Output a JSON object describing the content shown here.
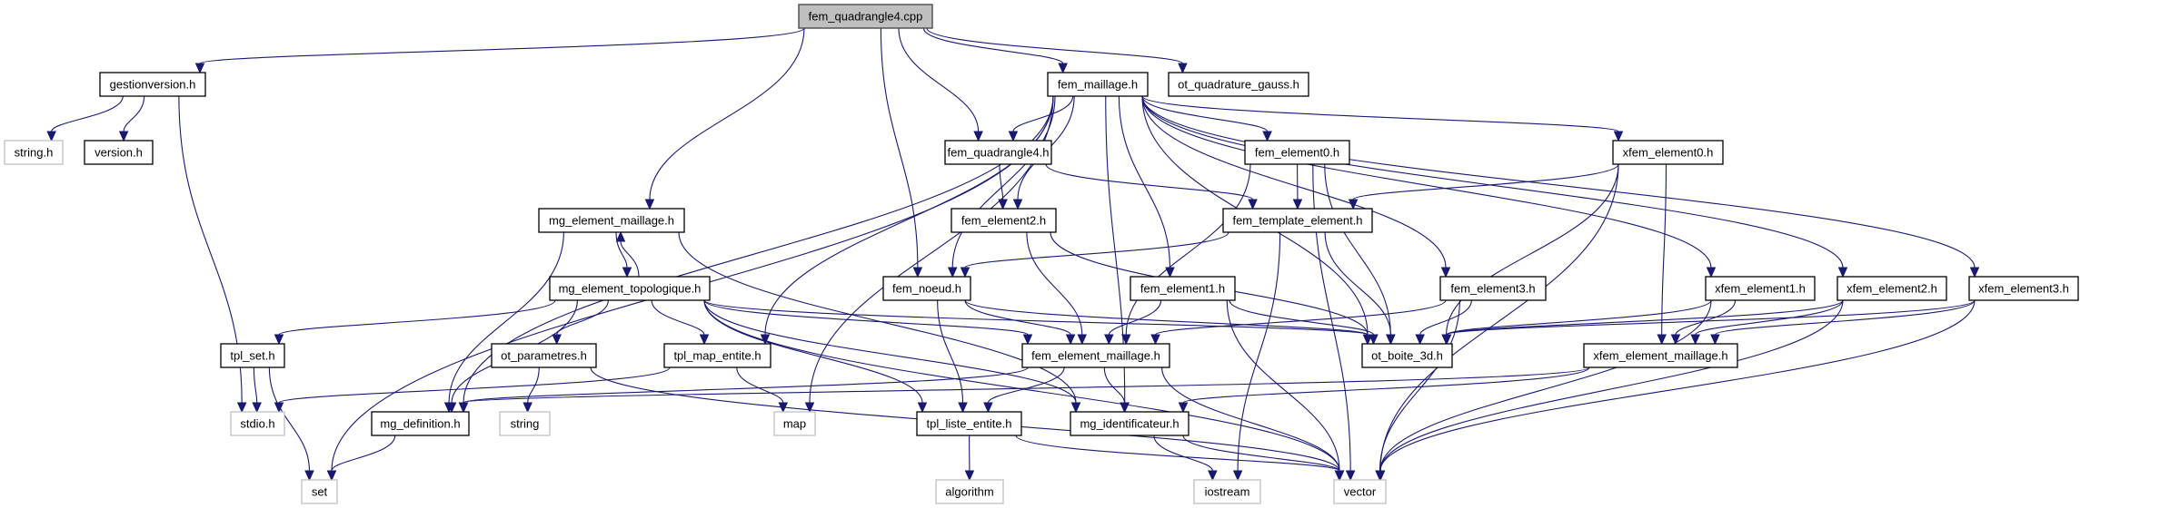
{
  "diagram": {
    "type": "include-dependency-graph",
    "title": "fem_quadrangle4.cpp",
    "colors": {
      "edge": "#191970",
      "root_fill": "#bfbfbf",
      "node_border": "#000000",
      "external_border": "#bfbfbf"
    },
    "nodes": [
      {
        "id": "fem_quadrangle4_cpp",
        "label": "fem_quadrangle4.cpp",
        "kind": "root"
      },
      {
        "id": "gestionversion_h",
        "label": "gestionversion.h",
        "kind": "local"
      },
      {
        "id": "fem_maillage_h",
        "label": "fem_maillage.h",
        "kind": "local"
      },
      {
        "id": "ot_quadrature_gauss_h",
        "label": "ot_quadrature_gauss.h",
        "kind": "local"
      },
      {
        "id": "string_h",
        "label": "string.h",
        "kind": "external"
      },
      {
        "id": "version_h",
        "label": "version.h",
        "kind": "local"
      },
      {
        "id": "fem_quadrangle4_h",
        "label": "fem_quadrangle4.h",
        "kind": "local"
      },
      {
        "id": "fem_element0_h",
        "label": "fem_element0.h",
        "kind": "local"
      },
      {
        "id": "xfem_element0_h",
        "label": "xfem_element0.h",
        "kind": "local"
      },
      {
        "id": "mg_element_maillage_h",
        "label": "mg_element_maillage.h",
        "kind": "local"
      },
      {
        "id": "fem_element2_h",
        "label": "fem_element2.h",
        "kind": "local"
      },
      {
        "id": "fem_template_element_h",
        "label": "fem_template_element.h",
        "kind": "local"
      },
      {
        "id": "mg_element_topologique_h",
        "label": "mg_element_topologique.h",
        "kind": "local"
      },
      {
        "id": "fem_noeud_h",
        "label": "fem_noeud.h",
        "kind": "local"
      },
      {
        "id": "fem_element1_h",
        "label": "fem_element1.h",
        "kind": "local"
      },
      {
        "id": "fem_element3_h",
        "label": "fem_element3.h",
        "kind": "local"
      },
      {
        "id": "xfem_element1_h",
        "label": "xfem_element1.h",
        "kind": "local"
      },
      {
        "id": "xfem_element2_h",
        "label": "xfem_element2.h",
        "kind": "local"
      },
      {
        "id": "xfem_element3_h",
        "label": "xfem_element3.h",
        "kind": "local"
      },
      {
        "id": "tpl_set_h",
        "label": "tpl_set.h",
        "kind": "local"
      },
      {
        "id": "ot_parametres_h",
        "label": "ot_parametres.h",
        "kind": "local"
      },
      {
        "id": "tpl_map_entite_h",
        "label": "tpl_map_entite.h",
        "kind": "local"
      },
      {
        "id": "fem_element_maillage_h",
        "label": "fem_element_maillage.h",
        "kind": "local"
      },
      {
        "id": "ot_boite_3d_h",
        "label": "ot_boite_3d.h",
        "kind": "local"
      },
      {
        "id": "xfem_element_maillage_h",
        "label": "xfem_element_maillage.h",
        "kind": "local"
      },
      {
        "id": "stdio_h",
        "label": "stdio.h",
        "kind": "external"
      },
      {
        "id": "mg_definition_h",
        "label": "mg_definition.h",
        "kind": "local"
      },
      {
        "id": "string",
        "label": "string",
        "kind": "external"
      },
      {
        "id": "map",
        "label": "map",
        "kind": "external"
      },
      {
        "id": "tpl_liste_entite_h",
        "label": "tpl_liste_entite.h",
        "kind": "local"
      },
      {
        "id": "mg_identificateur_h",
        "label": "mg_identificateur.h",
        "kind": "local"
      },
      {
        "id": "set",
        "label": "set",
        "kind": "external"
      },
      {
        "id": "algorithm",
        "label": "algorithm",
        "kind": "external"
      },
      {
        "id": "iostream",
        "label": "iostream",
        "kind": "external"
      },
      {
        "id": "vector",
        "label": "vector",
        "kind": "external"
      }
    ],
    "edges": [
      [
        "fem_quadrangle4_cpp",
        "gestionversion_h"
      ],
      [
        "fem_quadrangle4_cpp",
        "fem_maillage_h"
      ],
      [
        "fem_quadrangle4_cpp",
        "ot_quadrature_gauss_h"
      ],
      [
        "fem_quadrangle4_cpp",
        "fem_quadrangle4_h"
      ],
      [
        "fem_quadrangle4_cpp",
        "mg_element_maillage_h"
      ],
      [
        "fem_quadrangle4_cpp",
        "fem_noeud_h"
      ],
      [
        "gestionversion_h",
        "string_h"
      ],
      [
        "gestionversion_h",
        "version_h"
      ],
      [
        "gestionversion_h",
        "stdio_h"
      ],
      [
        "fem_maillage_h",
        "fem_quadrangle4_h"
      ],
      [
        "fem_maillage_h",
        "fem_element0_h"
      ],
      [
        "fem_maillage_h",
        "xfem_element0_h"
      ],
      [
        "fem_maillage_h",
        "fem_element2_h"
      ],
      [
        "fem_maillage_h",
        "fem_noeud_h"
      ],
      [
        "fem_maillage_h",
        "fem_element1_h"
      ],
      [
        "fem_maillage_h",
        "fem_element3_h"
      ],
      [
        "fem_maillage_h",
        "xfem_element1_h"
      ],
      [
        "fem_maillage_h",
        "xfem_element2_h"
      ],
      [
        "fem_maillage_h",
        "xfem_element3_h"
      ],
      [
        "fem_maillage_h",
        "tpl_map_entite_h"
      ],
      [
        "fem_maillage_h",
        "mg_definition_h"
      ],
      [
        "fem_maillage_h",
        "set"
      ],
      [
        "fem_maillage_h",
        "map"
      ],
      [
        "fem_maillage_h",
        "mg_identificateur_h"
      ],
      [
        "fem_maillage_h",
        "ot_boite_3d_h"
      ],
      [
        "fem_quadrangle4_h",
        "fem_element2_h"
      ],
      [
        "fem_quadrangle4_h",
        "fem_template_element_h"
      ],
      [
        "fem_element0_h",
        "fem_template_element_h"
      ],
      [
        "fem_element0_h",
        "fem_element_maillage_h"
      ],
      [
        "fem_element0_h",
        "ot_boite_3d_h"
      ],
      [
        "fem_element0_h",
        "vector"
      ],
      [
        "xfem_element0_h",
        "fem_template_element_h"
      ],
      [
        "xfem_element0_h",
        "xfem_element_maillage_h"
      ],
      [
        "xfem_element0_h",
        "ot_boite_3d_h"
      ],
      [
        "xfem_element0_h",
        "vector"
      ],
      [
        "mg_element_maillage_h",
        "mg_element_topologique_h"
      ],
      [
        "mg_element_maillage_h",
        "mg_definition_h"
      ],
      [
        "mg_element_maillage_h",
        "mg_identificateur_h"
      ],
      [
        "mg_element_topologique_h",
        "mg_element_maillage_h"
      ],
      [
        "mg_element_topologique_h",
        "tpl_set_h"
      ],
      [
        "mg_element_topologique_h",
        "ot_parametres_h"
      ],
      [
        "mg_element_topologique_h",
        "tpl_map_entite_h"
      ],
      [
        "mg_element_topologique_h",
        "mg_definition_h"
      ],
      [
        "mg_element_topologique_h",
        "fem_element_maillage_h"
      ],
      [
        "mg_element_topologique_h",
        "ot_boite_3d_h"
      ],
      [
        "mg_element_topologique_h",
        "tpl_liste_entite_h"
      ],
      [
        "mg_element_topologique_h",
        "mg_identificateur_h"
      ],
      [
        "mg_element_topologique_h",
        "vector"
      ],
      [
        "fem_element2_h",
        "fem_element_maillage_h"
      ],
      [
        "fem_element2_h",
        "ot_boite_3d_h"
      ],
      [
        "fem_template_element_h",
        "fem_noeud_h"
      ],
      [
        "fem_template_element_h",
        "ot_boite_3d_h"
      ],
      [
        "fem_template_element_h",
        "iostream"
      ],
      [
        "fem_noeud_h",
        "fem_element_maillage_h"
      ],
      [
        "fem_noeud_h",
        "ot_boite_3d_h"
      ],
      [
        "fem_noeud_h",
        "tpl_liste_entite_h"
      ],
      [
        "fem_element1_h",
        "fem_element_maillage_h"
      ],
      [
        "fem_element1_h",
        "ot_boite_3d_h"
      ],
      [
        "fem_element1_h",
        "vector"
      ],
      [
        "fem_element3_h",
        "fem_element_maillage_h"
      ],
      [
        "fem_element3_h",
        "ot_boite_3d_h"
      ],
      [
        "fem_element3_h",
        "vector"
      ],
      [
        "xfem_element1_h",
        "xfem_element_maillage_h"
      ],
      [
        "xfem_element1_h",
        "ot_boite_3d_h"
      ],
      [
        "xfem_element1_h",
        "vector"
      ],
      [
        "xfem_element2_h",
        "xfem_element_maillage_h"
      ],
      [
        "xfem_element2_h",
        "ot_boite_3d_h"
      ],
      [
        "xfem_element2_h",
        "vector"
      ],
      [
        "xfem_element3_h",
        "xfem_element_maillage_h"
      ],
      [
        "xfem_element3_h",
        "ot_boite_3d_h"
      ],
      [
        "xfem_element3_h",
        "vector"
      ],
      [
        "tpl_set_h",
        "stdio_h"
      ],
      [
        "tpl_set_h",
        "set"
      ],
      [
        "ot_parametres_h",
        "string"
      ],
      [
        "ot_parametres_h",
        "vector"
      ],
      [
        "tpl_map_entite_h",
        "stdio_h"
      ],
      [
        "tpl_map_entite_h",
        "map"
      ],
      [
        "fem_element_maillage_h",
        "mg_definition_h"
      ],
      [
        "fem_element_maillage_h",
        "tpl_liste_entite_h"
      ],
      [
        "fem_element_maillage_h",
        "mg_identificateur_h"
      ],
      [
        "fem_element_maillage_h",
        "vector"
      ],
      [
        "xfem_element_maillage_h",
        "mg_definition_h"
      ],
      [
        "xfem_element_maillage_h",
        "mg_identificateur_h"
      ],
      [
        "mg_definition_h",
        "set"
      ],
      [
        "tpl_liste_entite_h",
        "algorithm"
      ],
      [
        "tpl_liste_entite_h",
        "vector"
      ],
      [
        "mg_identificateur_h",
        "iostream"
      ],
      [
        "mg_identificateur_h",
        "vector"
      ]
    ]
  }
}
